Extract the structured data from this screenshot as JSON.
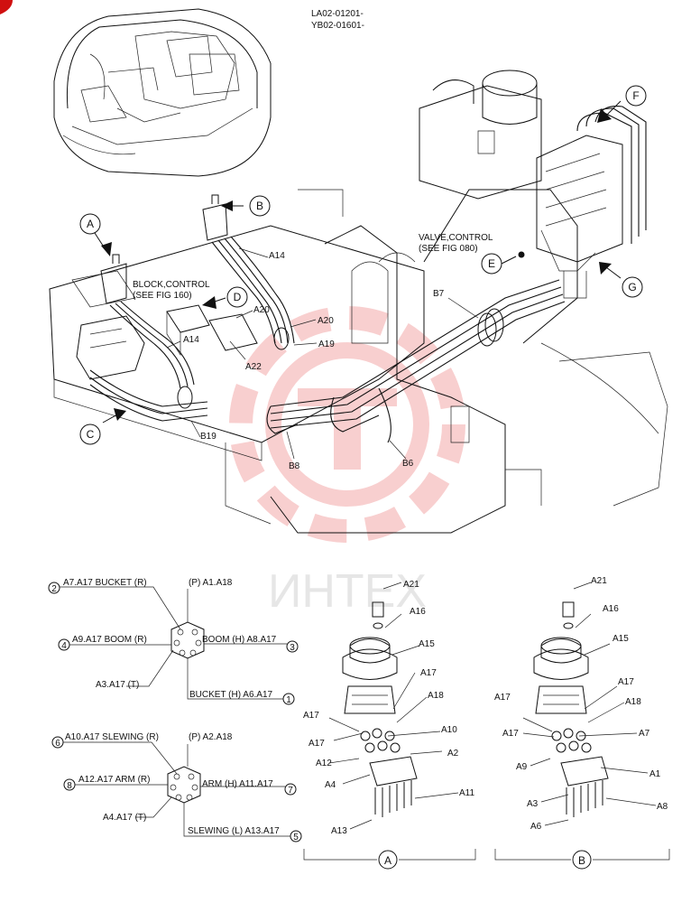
{
  "header": {
    "serial_line_1": "LA02-01201-",
    "serial_line_2": "YB02-01601-"
  },
  "watermark": {
    "text": "ИНТЕХ",
    "color": "#f3a8a8"
  },
  "main_drawing": {
    "callouts": {
      "A": "A",
      "B": "B",
      "C": "C",
      "D": "D",
      "E": "E",
      "F": "F",
      "G": "G"
    },
    "notes": {
      "block_line1": "BLOCK,CONTROL",
      "block_line2": "(SEE FIG 160)",
      "valve_line1": "VALVE,CONTROL",
      "valve_line2": "(SEE FIG 080)"
    },
    "part_labels": {
      "a14_top": "A14",
      "a14_mid": "A14",
      "a20_top": "A20",
      "a20_side": "A20",
      "a19": "A19",
      "a22": "A22",
      "b7": "B7",
      "b19": "B19",
      "b8": "B8",
      "b6": "B6"
    }
  },
  "port_diagram_1": {
    "left_top": "A7.A17 BUCKET (R)",
    "right_top": "(P) A1.A18",
    "left_mid": "A9.A17 BOOM (R)",
    "right_mid": "BOOM (H) A8.A17",
    "left_bot": "A3.A17 (T)",
    "right_bot": "BUCKET (H) A6.A17",
    "n_left_top": "2",
    "n_left_mid": "4",
    "n_right_mid": "3",
    "n_right_bot": "1"
  },
  "port_diagram_2": {
    "left_top": "A10.A17 SLEWING (R)",
    "right_top": "(P) A2.A18",
    "left_mid": "A12.A17 ARM (R)",
    "right_mid": "ARM (H) A11.A17",
    "left_bot": "A4.A17 (T)",
    "right_bot": "SLEWING (L) A13.A17",
    "n_left_top": "6",
    "n_left_mid": "8",
    "n_right_mid": "7",
    "n_right_bot": "5"
  },
  "exploded_A": {
    "title": "A",
    "labels": {
      "a21": "A21",
      "a16": "A16",
      "a15": "A15",
      "a17a": "A17",
      "a18": "A18",
      "a17b": "A17",
      "a10": "A10",
      "a17c": "A17",
      "a2": "A2",
      "a12": "A12",
      "a4": "A4",
      "a11": "A11",
      "a13": "A13"
    }
  },
  "exploded_B": {
    "title": "B",
    "labels": {
      "a21": "A21",
      "a16": "A16",
      "a15": "A15",
      "a17a": "A17",
      "a17b": "A17",
      "a18": "A18",
      "a17c": "A17",
      "a7": "A7",
      "a9": "A9",
      "a1": "A1",
      "a3": "A3",
      "a8": "A8",
      "a6": "A6"
    }
  }
}
